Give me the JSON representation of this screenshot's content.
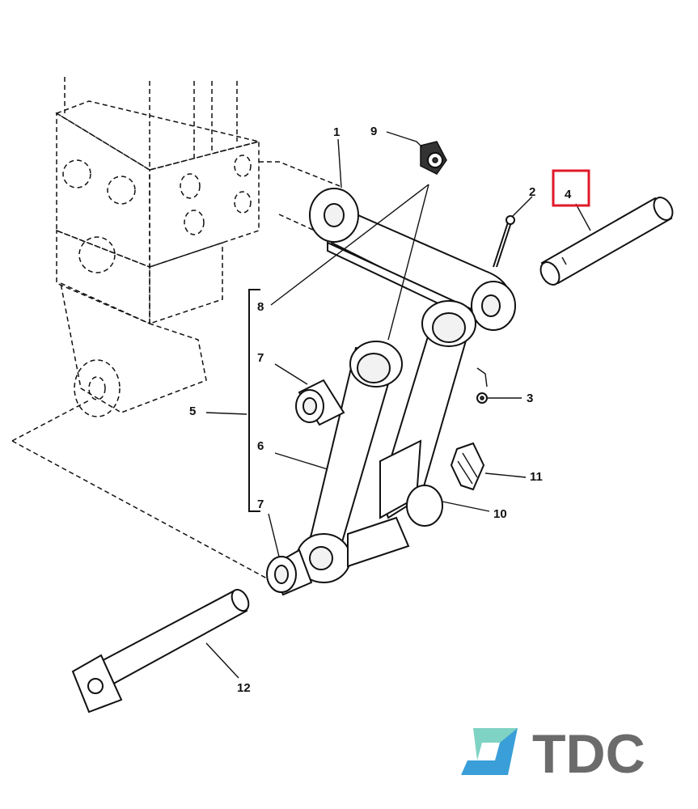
{
  "callouts": {
    "c1": "1",
    "c2": "2",
    "c3": "3",
    "c4": "4",
    "c5": "5",
    "c6": "6",
    "c7a": "7",
    "c7b": "7",
    "c8": "8",
    "c9": "9",
    "c10": "10",
    "c11": "11",
    "c12": "12"
  },
  "highlight": {
    "callout": "4",
    "color": "#e0192a"
  },
  "logo": {
    "text": "TDC",
    "text_color": "#6b6b6b",
    "mark_colors": [
      "#7fd3c4",
      "#3a9fd8"
    ]
  }
}
